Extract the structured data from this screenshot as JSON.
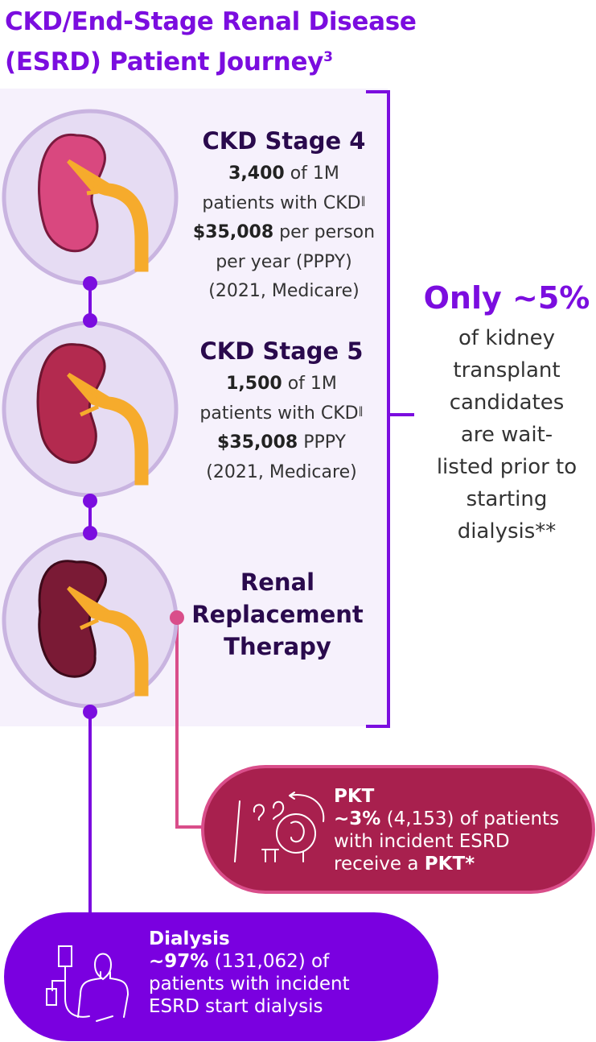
{
  "title": {
    "line1": "CKD/End-Stage Renal Disease",
    "line2": "(ESRD) Patient Journey",
    "sup": "3"
  },
  "stages": [
    {
      "name": "CKD Stage 4",
      "count": "3,400",
      "count_rest": " of 1M",
      "line2": "patients with CKD",
      "mark": "‖",
      "cost": "$35,008",
      "cost_rest": " per person",
      "line4": "per year (PPPY)",
      "line5": "(2021, Medicare)"
    },
    {
      "name": "CKD Stage 5",
      "count": "1,500",
      "count_rest": " of 1M",
      "line2": "patients with CKD",
      "mark": "‖",
      "cost": "$35,008",
      "cost_rest": " PPPY",
      "line4": "(2021, Medicare)"
    },
    {
      "name_line1": "Renal",
      "name_line2": "Replacement",
      "name_line3": "Therapy"
    }
  ],
  "callout": {
    "big": "Only ~5%",
    "lines": [
      "of kidney",
      "transplant",
      "candidates",
      "are wait-",
      "listed prior to",
      "starting",
      "dialysis**"
    ]
  },
  "pkt": {
    "title": "PKT",
    "pct": "~3%",
    "rest1": " (4,153) of patients",
    "line3": "with incident ESRD",
    "line4a": "receive a ",
    "line4b": "PKT*"
  },
  "dialysis": {
    "title": "Dialysis",
    "pct": "~97%",
    "rest1": " (131,062) of",
    "line3": "patients with incident",
    "line4": "ESRD start dialysis"
  },
  "colors": {
    "purple": "#7b0ddf",
    "magenta": "#a8204e",
    "pink": "#d94e8a",
    "panel": "#f6f1fc",
    "circle": "#e6dcf3"
  }
}
